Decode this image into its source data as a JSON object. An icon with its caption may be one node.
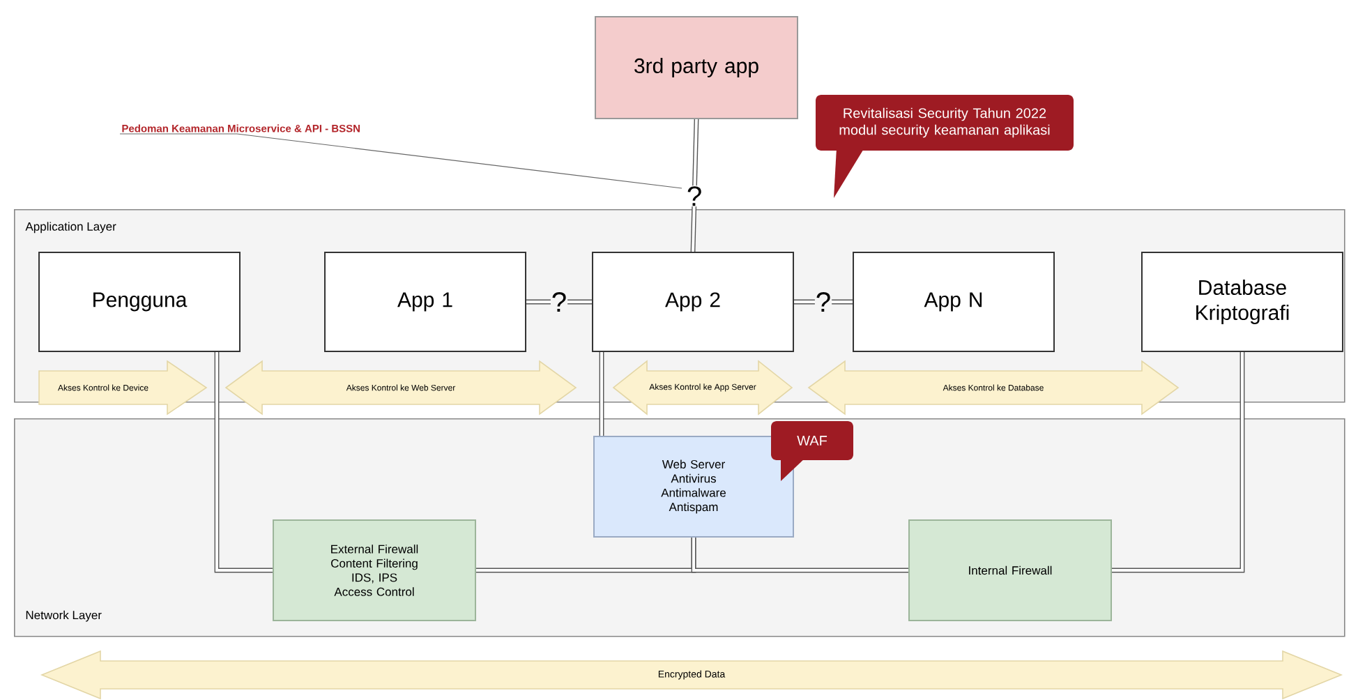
{
  "diagram": {
    "nodes": [
      {
        "text": [
          "Application Layer"
        ]
      },
      {
        "text": [
          "Network Layer"
        ]
      },
      {
        "text": [
          "3rd party app"
        ]
      },
      {
        "text": [
          "Pedoman Keamanan Microservice & API - BSSN"
        ]
      },
      {
        "text": [
          "Revitalisasi Security Tahun 2022 modul security keamanan aplikasi"
        ]
      },
      {
        "text": [
          "Pengguna"
        ],
        "in": 0
      },
      {
        "text": [
          "App 1"
        ],
        "in": 0
      },
      {
        "text": [
          "App 2"
        ],
        "in": 0
      },
      {
        "text": [
          "App N"
        ],
        "in": 0
      },
      {
        "text": [
          "Database Kriptografi"
        ],
        "in": 0
      },
      {
        "text": [
          "Akses Kontrol ke Device"
        ]
      },
      {
        "text": [
          "Akses Kontrol ke Web Server"
        ]
      },
      {
        "text": [
          "Akses Kontrol ke App Server"
        ]
      },
      {
        "text": [
          "Akses Kontrol ke Database"
        ]
      },
      {
        "text": [
          "Web Server Antivirus Antimalware Antispam"
        ],
        "in": 1
      },
      {
        "text": [
          "WAF"
        ],
        "in": 1
      },
      {
        "text": [
          "External Firewall Content Filtering IDS, IPS Access Control"
        ],
        "in": 1
      },
      {
        "text": [
          "Internal Firewall"
        ],
        "in": 1
      },
      {
        "text": [
          "Encrypted Data"
        ]
      }
    ],
    "edges": [
      {
        "from": 2,
        "to": 7,
        "arrow": "none",
        "label": "?"
      },
      {
        "from": 6,
        "to": 7,
        "arrow": "none",
        "label": "?"
      },
      {
        "from": 7,
        "to": 8,
        "arrow": "none",
        "label": "?"
      },
      {
        "from": 3,
        "to": null,
        "arrow": "none"
      },
      {
        "from": 5,
        "to": 16,
        "arrow": "none"
      },
      {
        "from": 7,
        "to": 14,
        "arrow": "none"
      },
      {
        "from": 14,
        "to": 16,
        "arrow": "none"
      },
      {
        "from": 14,
        "to": 17,
        "arrow": "none"
      },
      {
        "from": 17,
        "to": 9,
        "arrow": "none"
      }
    ]
  }
}
